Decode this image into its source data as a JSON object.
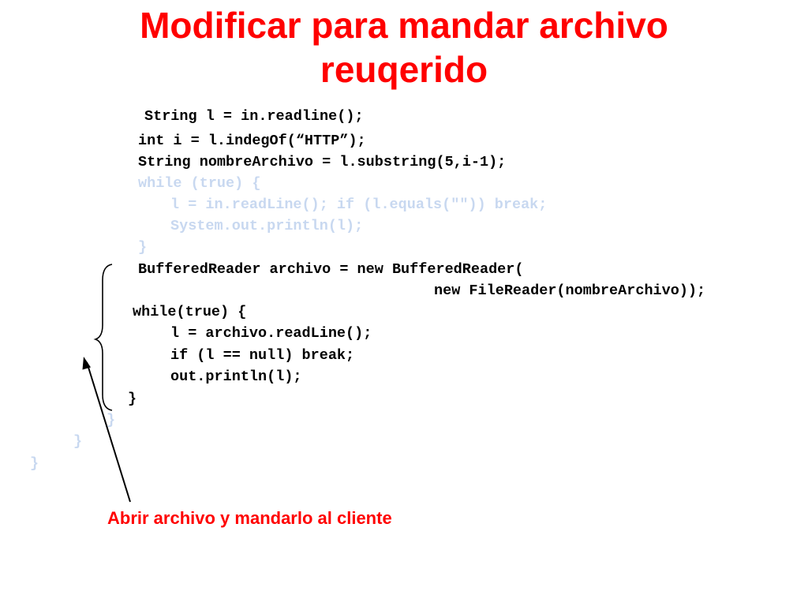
{
  "slide": {
    "title_line1": "Modificar para mandar archivo",
    "title_line2": "reuqerido",
    "caption": "Abrir archivo y mandarlo al cliente"
  },
  "code": {
    "lines": [
      {
        "text": "String l = in.readline();",
        "dim": false
      },
      {
        "text": "int i = l.indegOf(“HTTP”);",
        "dim": false
      },
      {
        "text": "String nombreArchivo = l.substring(5,i-1);",
        "dim": false
      },
      {
        "text": "while (true) {",
        "dim": true
      },
      {
        "text": "l = in.readLine(); if (l.equals(\"\")) break;",
        "dim": true
      },
      {
        "text": "System.out.println(l);",
        "dim": true
      },
      {
        "text": "}",
        "dim": true
      },
      {
        "text": "BufferedReader archivo = new BufferedReader(",
        "dim": false
      },
      {
        "text": "new FileReader(nombreArchivo));",
        "dim": false
      },
      {
        "text": "while(true) {",
        "dim": false
      },
      {
        "text": "l = archivo.readLine();",
        "dim": false
      },
      {
        "text": "if (l == null) break;",
        "dim": false
      },
      {
        "text": "out.println(l);",
        "dim": false
      },
      {
        "text": "}",
        "dim": false
      },
      {
        "text": "}",
        "dim": true
      },
      {
        "text": "}",
        "dim": true
      },
      {
        "text": "}",
        "dim": true
      }
    ]
  },
  "colors": {
    "title": "#ff0000",
    "caption": "#ff0000",
    "code": "#000000",
    "code_dim": "#c8d8f0",
    "annotation": "#000000"
  }
}
